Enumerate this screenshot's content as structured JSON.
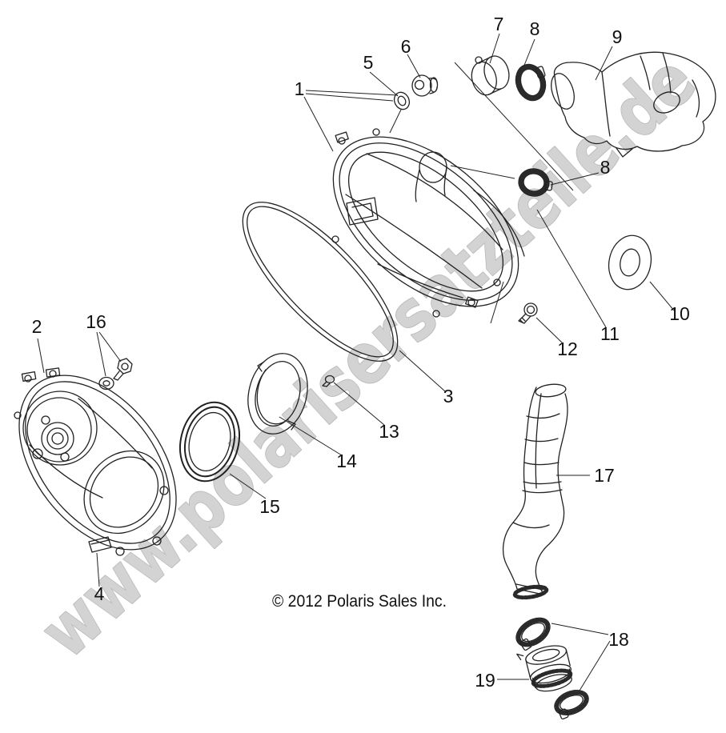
{
  "page": {
    "background_color": "#ffffff",
    "line_color": "#222222"
  },
  "watermark": {
    "text": "www.polarisersatzteile.de",
    "fill": "#d3d3d3",
    "outline": "#bcbcbc"
  },
  "copyright": {
    "text": "© 2012 Polaris Sales Inc."
  },
  "diagram": {
    "callouts": [
      {
        "label": "1"
      },
      {
        "label": "2"
      },
      {
        "label": "3"
      },
      {
        "label": "4"
      },
      {
        "label": "5"
      },
      {
        "label": "6"
      },
      {
        "label": "7"
      },
      {
        "label": "8"
      },
      {
        "label": "8"
      },
      {
        "label": "9"
      },
      {
        "label": "10"
      },
      {
        "label": "11"
      },
      {
        "label": "12"
      },
      {
        "label": "13"
      },
      {
        "label": "14"
      },
      {
        "label": "15"
      },
      {
        "label": "16"
      },
      {
        "label": "17"
      },
      {
        "label": "18"
      },
      {
        "label": "19"
      }
    ]
  }
}
